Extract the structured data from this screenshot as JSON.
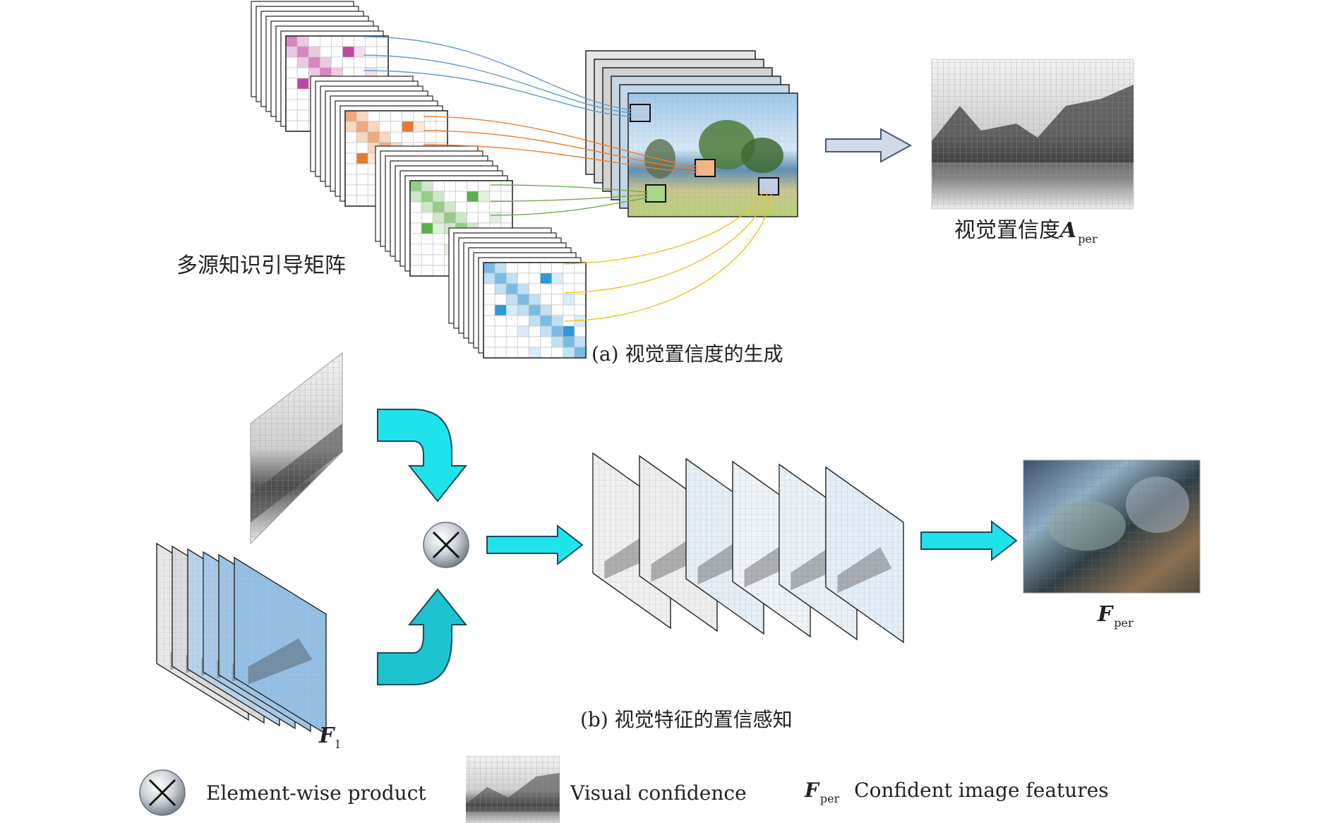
{
  "part_a": {
    "left_label": "多源知识引导矩阵",
    "output_label_text": "视觉置信度",
    "output_symbol": "A",
    "output_subscript": "per",
    "caption": "(a) 视觉置信度的生成"
  },
  "part_b": {
    "input_symbol": "F",
    "input_subscript": "I",
    "output_symbol": "F",
    "output_subscript": "per",
    "caption": "(b) 视觉特征的置信感知"
  },
  "legend": {
    "item1": "Element-wise product",
    "item2": "Visual confidence",
    "item3_symbol": "F",
    "item3_subscript": "per",
    "item3_text": "Confident image features"
  },
  "colors": {
    "pink": "#c2469e",
    "orange": "#e57a35",
    "green": "#5ab048",
    "blue": "#2f98d6",
    "link_blue": "#5b9bd5",
    "link_orange": "#ed7d31",
    "link_green": "#70ad47",
    "link_yellow": "#f2c01e",
    "cyan_arrow": "#1fe3ea",
    "gray_arrow": "#d0dbe7"
  }
}
